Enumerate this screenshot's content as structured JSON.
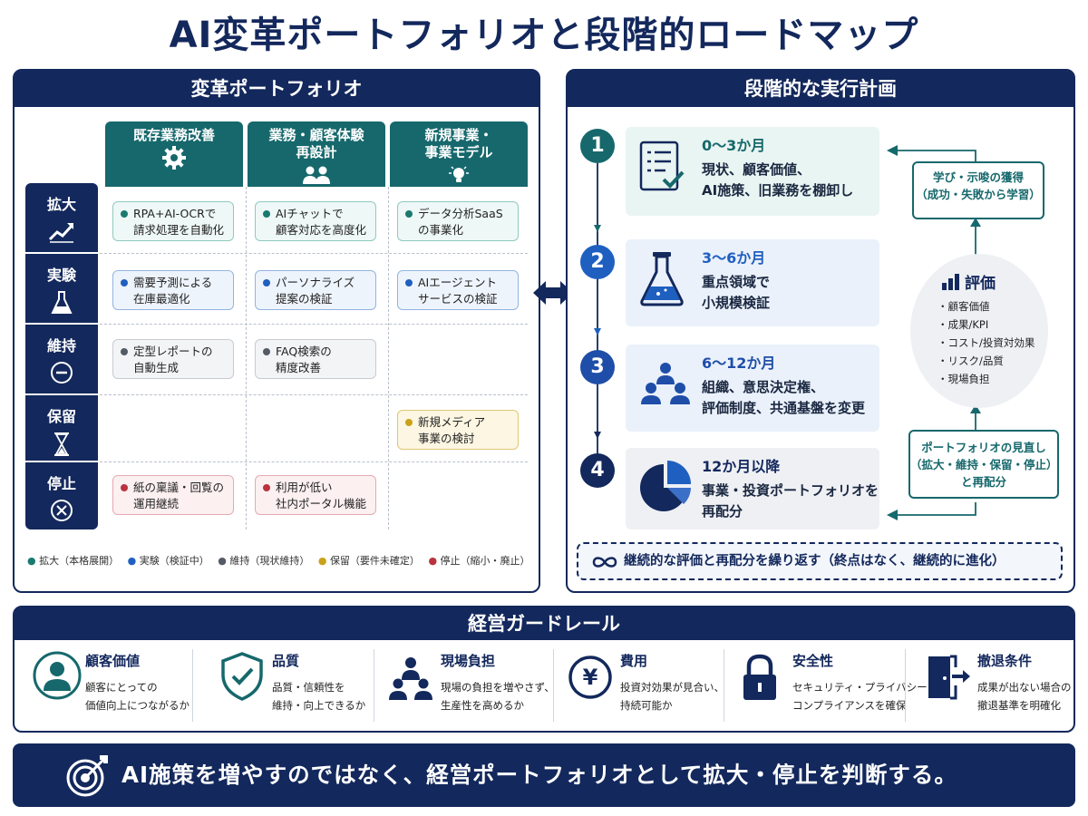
{
  "title": "AI変革ポートフォリオと段階的ロードマップ",
  "portfolio": {
    "heading": "変革ポートフォリオ",
    "columns": [
      {
        "label_l1": "既存業務改善",
        "label_l2": "",
        "icon": "gear-icon"
      },
      {
        "label_l1": "業務・顧客体験",
        "label_l2": "再設計",
        "icon": "people-icon"
      },
      {
        "label_l1": "新規事業・",
        "label_l2": "事業モデル",
        "icon": "lightbulb-icon"
      }
    ],
    "rows": [
      {
        "label": "拡大",
        "icon": "trend-up-icon"
      },
      {
        "label": "実験",
        "icon": "flask-icon"
      },
      {
        "label": "維持",
        "icon": "minus-circle-icon"
      },
      {
        "label": "保留",
        "icon": "hourglass-icon"
      },
      {
        "label": "停止",
        "icon": "x-circle-icon"
      }
    ],
    "cells": {
      "expand_1": {
        "l1": "RPA+AI-OCRで",
        "l2": "請求処理を自動化"
      },
      "expand_2": {
        "l1": "AIチャットで",
        "l2": "顧客対応を高度化"
      },
      "expand_3": {
        "l1": "データ分析SaaS",
        "l2": "の事業化"
      },
      "exp_1": {
        "l1": "需要予測による",
        "l2": "在庫最適化"
      },
      "exp_2": {
        "l1": "パーソナライズ",
        "l2": "提案の検証"
      },
      "exp_3": {
        "l1": "AIエージェント",
        "l2": "サービスの検証"
      },
      "keep_1": {
        "l1": "定型レポートの",
        "l2": "自動生成"
      },
      "keep_2": {
        "l1": "FAQ検索の",
        "l2": "精度改善"
      },
      "hold_3": {
        "l1": "新規メディア",
        "l2": "事業の検討"
      },
      "stop_1": {
        "l1": "紙の稟議・回覧の",
        "l2": "運用継続"
      },
      "stop_2": {
        "l1": "利用が低い",
        "l2": "社内ポータル機能"
      }
    },
    "legend": [
      {
        "text": "拡大（本格展開）",
        "color": "#1a7a70"
      },
      {
        "text": "実験（検証中）",
        "color": "#1f5fbf"
      },
      {
        "text": "維持（現状維持）",
        "color": "#555b66"
      },
      {
        "text": "保留（要件未確定）",
        "color": "#c9a21a"
      },
      {
        "text": "停止（縮小・廃止）",
        "color": "#b8333f"
      }
    ]
  },
  "plan": {
    "heading": "段階的な実行計画",
    "steps": [
      {
        "num": "1",
        "period": "0～3か月",
        "l1": "現状、顧客価値、",
        "l2": "AI施策、旧業務を棚卸し",
        "icon": "checklist-icon"
      },
      {
        "num": "2",
        "period": "3～6か月",
        "l1": "重点領域で",
        "l2": "小規模検証",
        "icon": "flask-icon"
      },
      {
        "num": "3",
        "period": "6～12か月",
        "l1": "組織、意思決定権、",
        "l2": "評価制度、共通基盤を変更",
        "icon": "team-icon"
      },
      {
        "num": "4",
        "period": "12か月以降",
        "l1": "事業・投資ポートフォリオを",
        "l2": "再配分",
        "icon": "pie-chart-icon"
      }
    ],
    "learn": {
      "l1": "学び・示唆の獲得",
      "l2": "（成功・失敗から学習）"
    },
    "eval": {
      "title": "評価",
      "items": [
        "・顧客価値",
        "・成果/KPI",
        "・コスト/投資対効果",
        "・リスク/品質",
        "・現場負担"
      ]
    },
    "review": {
      "l1": "ポートフォリオの見直し",
      "l2": "（拡大・維持・保留・停止）",
      "l3": "と再配分"
    },
    "loop": "継続的な評価と再配分を繰り返す（終点はなく、継続的に進化）"
  },
  "guardrail": {
    "heading": "経営ガードレール",
    "items": [
      {
        "title": "顧客価値",
        "l1": "顧客にとっての",
        "l2": "価値向上につながるか",
        "icon": "person-icon"
      },
      {
        "title": "品質",
        "l1": "品質・信頼性を",
        "l2": "維持・向上できるか",
        "icon": "shield-check-icon"
      },
      {
        "title": "現場負担",
        "l1": "現場の負担を増やさず、",
        "l2": "生産性を高めるか",
        "icon": "team-icon"
      },
      {
        "title": "費用",
        "l1": "投資対効果が見合い、",
        "l2": "持続可能か",
        "icon": "yen-icon"
      },
      {
        "title": "安全性",
        "l1": "セキュリティ・プライバシー・",
        "l2": "コンプライアンスを確保",
        "icon": "lock-icon"
      },
      {
        "title": "撤退条件",
        "l1": "成果が出ない場合の",
        "l2": "撤退基準を明確化",
        "icon": "exit-door-icon"
      }
    ]
  },
  "footer": {
    "message": "AI施策を増やすのではなく、経営ポートフォリオとして拡大・停止を判断する。",
    "icon": "target-icon"
  }
}
